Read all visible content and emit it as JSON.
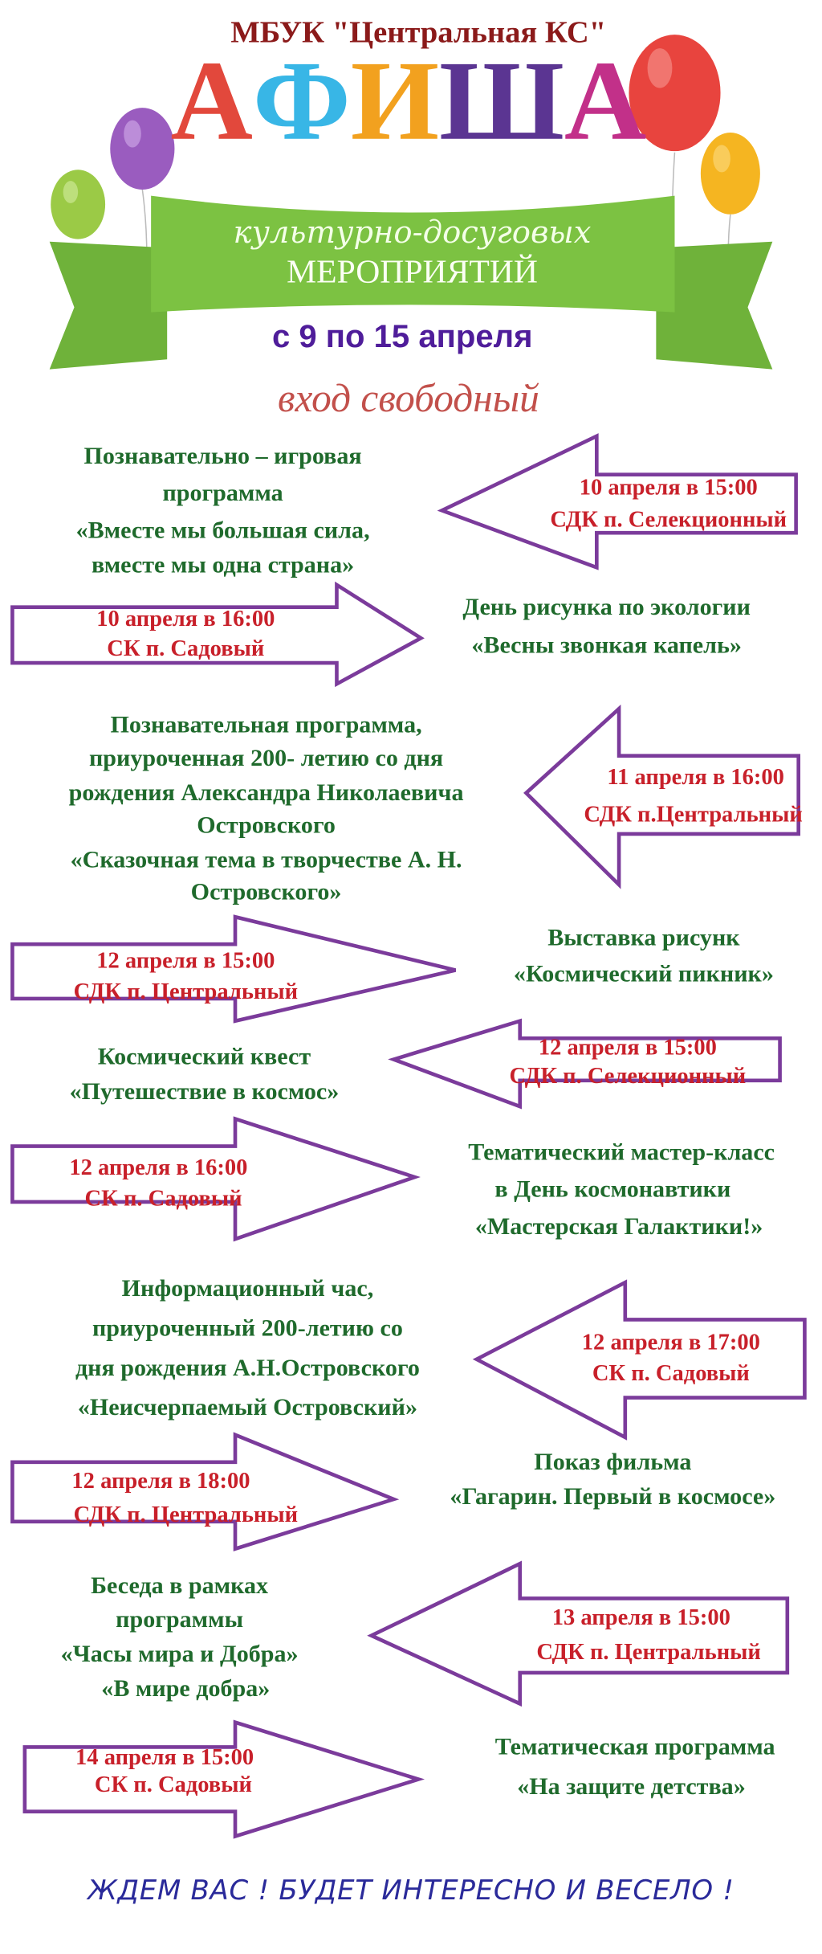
{
  "header": {
    "organization": "МБУК \"Центральная КС\"",
    "title_letters": [
      "А",
      "Ф",
      "И",
      "Ш",
      "А"
    ],
    "subtitle_script": "культурно-досуговых",
    "subtitle": "МЕРОПРИЯТИЙ",
    "dates": "с 9 по 15 апреля",
    "admission": "вход свободный"
  },
  "colors": {
    "title_letters": [
      "#e2483c",
      "#38b6e6",
      "#f2a11f",
      "#5b3592",
      "#c23089"
    ],
    "event_text": "#1f6a2c",
    "time_place": "#c8202a",
    "arrow_outline": "#7b3b9b",
    "ribbon": "#7cc242",
    "footer": "#2a2a9a"
  },
  "events": [
    {
      "title_lines": [
        "Познавательно – игровая",
        "программа",
        "«Вместе мы большая сила,",
        "вместе мы одна страна»"
      ],
      "date": "10 апреля в  15:00",
      "place": "СДК п. Селекционный"
    },
    {
      "title_lines": [
        "День рисунка по экологии",
        "«Весны звонкая капель»"
      ],
      "date": "10 апреля в 16:00",
      "place": "СК п. Садовый"
    },
    {
      "title_lines": [
        "Познавательная программа,",
        "приуроченная 200- летию  со дня",
        "рождения Александра Николаевича",
        "Островского",
        "«Сказочная тема в творчестве А. Н.",
        "Островского»"
      ],
      "date": "11 апреля в 16:00",
      "place": "СДК п.Центральный"
    },
    {
      "title_lines": [
        "Выставка рисунк",
        "«Космический пикник»"
      ],
      "date": "12 апреля в 15:00",
      "place": "СДК п. Центральный"
    },
    {
      "title_lines": [
        "Космический квест",
        "«Путешествие в  космос»"
      ],
      "date": "12 апреля в 15:00",
      "place": "СДК п. Селекционный"
    },
    {
      "title_lines": [
        "Тематический мастер-класс",
        "в  День космонавтики",
        "«Мастерская Галактики!»"
      ],
      "date": "12 апреля в 16:00",
      "place": "СК п. Садовый"
    },
    {
      "title_lines": [
        "Информационный час,",
        "приуроченный  200-летию  со",
        "дня рождения А.Н.Островского",
        "«Неисчерпаемый Островский»"
      ],
      "date": "12 апреля в 17:00",
      "place": "СК п. Садовый"
    },
    {
      "title_lines": [
        "Показ фильма",
        "«Гагарин. Первый в космосе»"
      ],
      "date": "12 апреля в 18:00",
      "place": "СДК п. Центральный"
    },
    {
      "title_lines": [
        "Беседа в рамках",
        "программы",
        "«Часы мира и Добра»",
        "«В мире добра»"
      ],
      "date": "13 апреля в 15:00",
      "place": "СДК п. Центральный"
    },
    {
      "title_lines": [
        "Тематическая программа",
        "«На защите детства»"
      ],
      "date": "14 апреля в 15:00",
      "place": "СК п. Садовый"
    }
  ],
  "footer": "ЖДЕМ ВАС ! БУДЕТ ИНТЕРЕСНО И ВЕСЕЛО !"
}
